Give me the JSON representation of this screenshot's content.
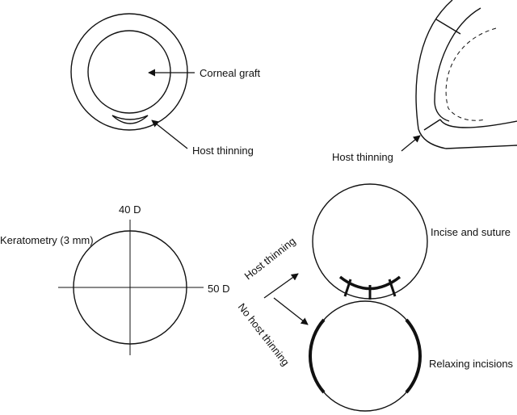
{
  "labels": {
    "corneal_graft": "Corneal graft",
    "host_thinning_top": "Host thinning",
    "host_thinning_side": "Host thinning",
    "keratometry": "Keratometry (3 mm)",
    "vertical_power": "40 D",
    "horizontal_power": "50 D",
    "branch_thinning": "Host thinning",
    "branch_no_thinning": "No host thinning",
    "incise_suture": "Incise and suture",
    "relaxing_incisions": "Relaxing incisions"
  },
  "colors": {
    "ink": "#111111",
    "background": "#ffffff"
  }
}
